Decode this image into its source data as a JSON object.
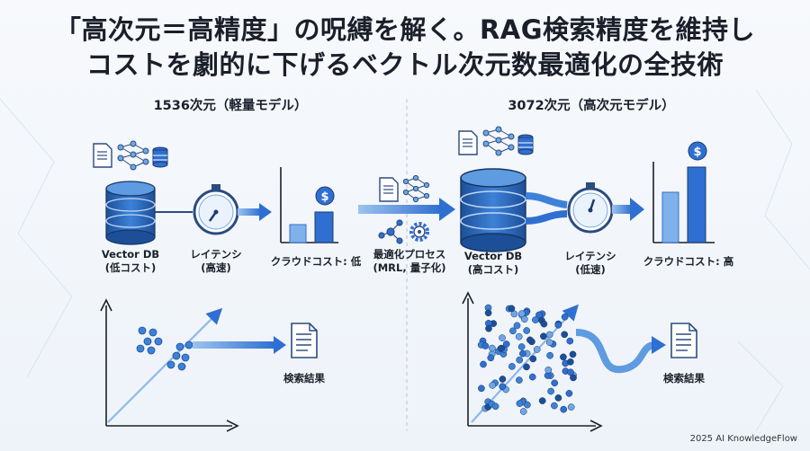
{
  "title": {
    "line1": "「高次元＝高精度」の呪縛を解く。RAG検索精度を維持し",
    "line2": "コストを劇的に下げるベクトル次元数最適化の全技術"
  },
  "left": {
    "heading": "1536次元（軽量モデル）",
    "db_label_1": "Vector DB",
    "db_label_2": "(低コスト)",
    "latency_1": "レイテンシ",
    "latency_2": "(高速)",
    "cost": "クラウドコスト: 低",
    "result": "検索結果"
  },
  "middle": {
    "process_1": "最適化プロセス",
    "process_2": "(MRL, 量子化)"
  },
  "right": {
    "heading": "3072次元（高次元モデル）",
    "db_label_1": "Vector DB",
    "db_label_2": "(高コスト)",
    "latency_1": "レイテンシ",
    "latency_2": "(低速)",
    "cost": "クラウドコスト: 高",
    "result": "検索結果"
  },
  "footer": "2025 AI KnowledgeFlow",
  "colors": {
    "accent": "#2f6fd1",
    "dark": "#1d3b6e",
    "light": "#8cb8ea",
    "line": "#1b1f2a"
  },
  "icons": [
    "document-icon",
    "neural-network-icon",
    "database-icon",
    "stopwatch-icon",
    "dollar-coin-icon",
    "gear-icon",
    "arrow-icon"
  ]
}
